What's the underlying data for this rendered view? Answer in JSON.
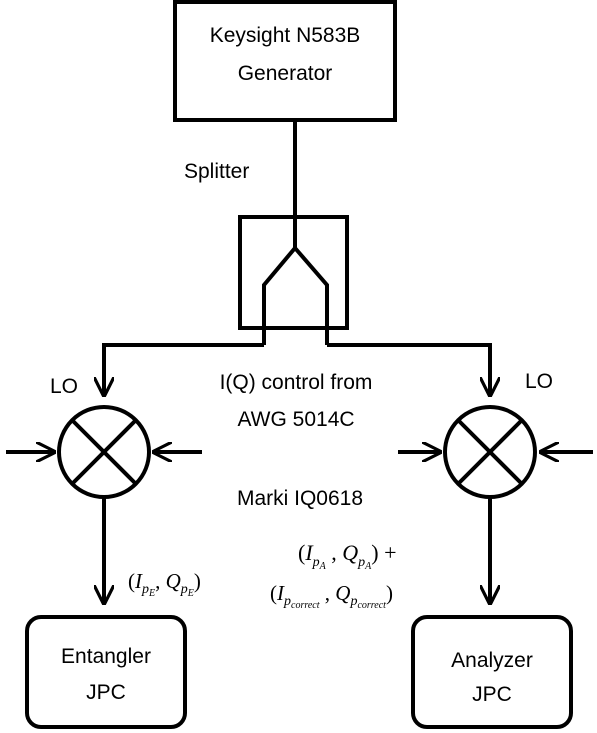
{
  "generator": {
    "line1": "Keysight N583B",
    "line2": "Generator"
  },
  "splitter_label": "Splitter",
  "lo_left": "LO",
  "lo_right": "LO",
  "control": {
    "line1": "I(Q) control from",
    "line2": "AWG 5014C"
  },
  "mixer_label": "Marki IQ0618",
  "entangler": {
    "line1": "Entangler",
    "line2": "JPC"
  },
  "analyzer": {
    "line1": "Analyzer",
    "line2": "JPC"
  },
  "formulas": {
    "left": {
      "open": "(",
      "I": "I",
      "p1": "p",
      "E1": "E",
      "comma": ", ",
      "Q": "Q",
      "p2": "p",
      "E2": "E",
      "close": ")"
    },
    "right_top": {
      "open": "(",
      "I": "I",
      "p1": "p",
      "A1": "A",
      "comma": " , ",
      "Q": "Q",
      "p2": "p",
      "A2": "A",
      "close": ") +"
    },
    "right_bottom": {
      "open": "(",
      "I": "I",
      "p1": "p",
      "c1": "correct",
      "comma": " , ",
      "Q": "Q",
      "p2": "p",
      "c2": "correct",
      "close": ")"
    }
  }
}
